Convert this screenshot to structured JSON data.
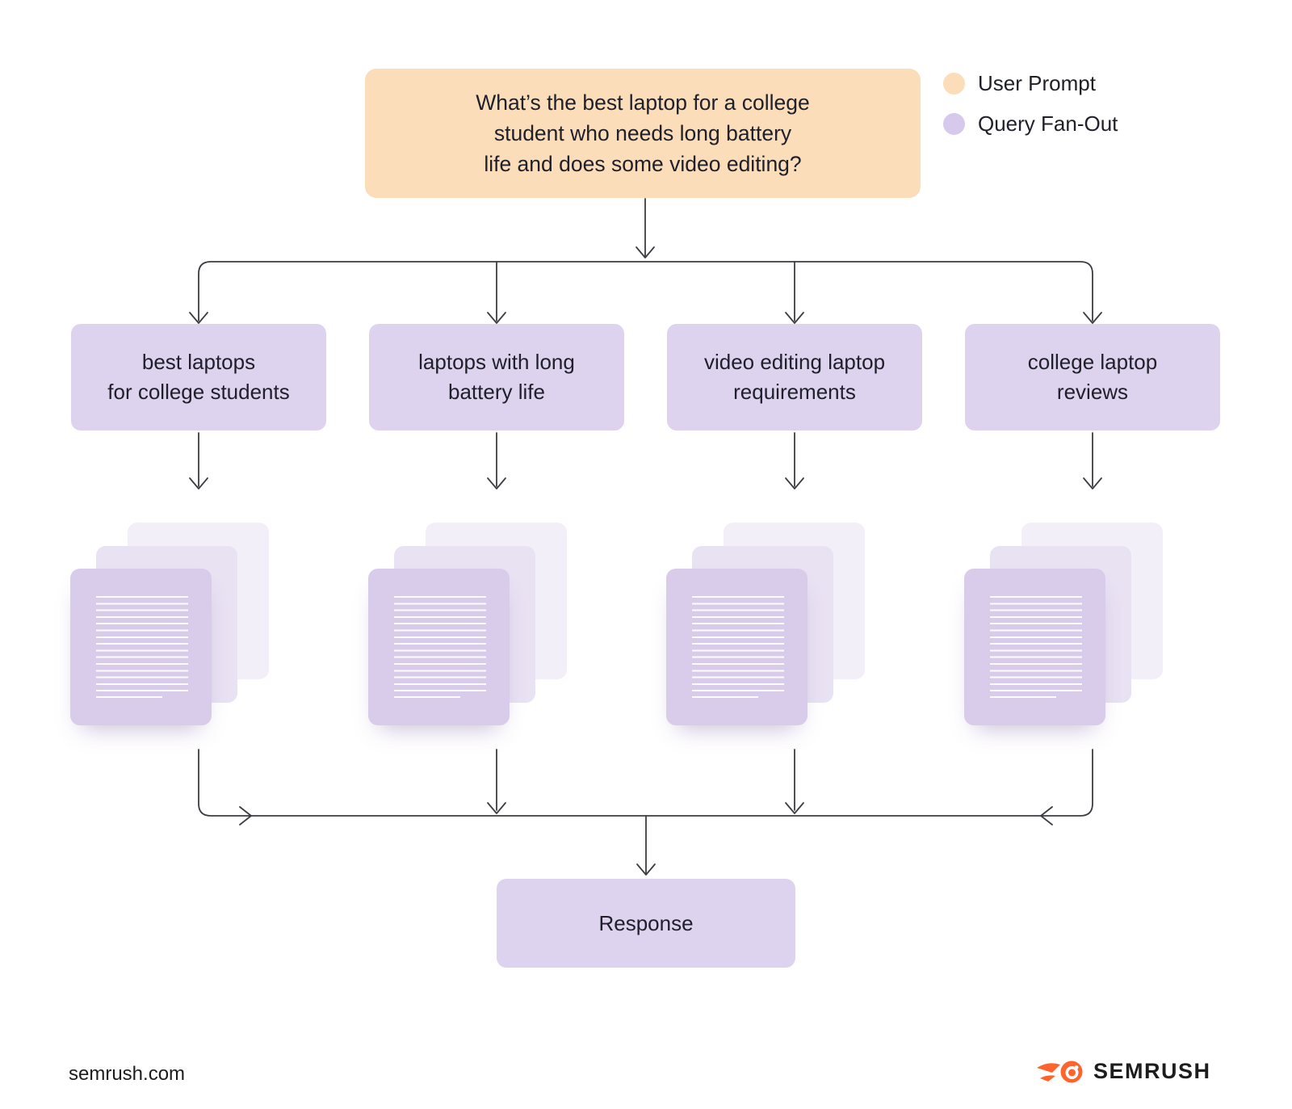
{
  "user_prompt": "What’s the best laptop for a college student who needs long battery life and does some video editing?",
  "legend": {
    "user_prompt_label": "User Prompt",
    "query_fanout_label": "Query Fan-Out"
  },
  "queries": [
    {
      "line1": "best laptops",
      "line2": "for college students"
    },
    {
      "line1": "laptops with long",
      "line2": "battery life"
    },
    {
      "line1": "video editing laptop",
      "line2": "requirements"
    },
    {
      "line1": "college laptop",
      "line2": "reviews"
    }
  ],
  "response_label": "Response",
  "footer": {
    "website": "semrush.com",
    "brand": "SEMRUSH"
  },
  "colors": {
    "user_prompt_fill": "#FBDDBA",
    "query_fill": "#DDD3EF",
    "legend_purple": "#D6C9EC",
    "doc_front": "#D9CCEA",
    "doc_middle": "#E9E2F3",
    "doc_back": "#F3EFF8",
    "connector": "#3C3C42",
    "ink": "#20202A",
    "brand_orange": "#FF642D"
  }
}
